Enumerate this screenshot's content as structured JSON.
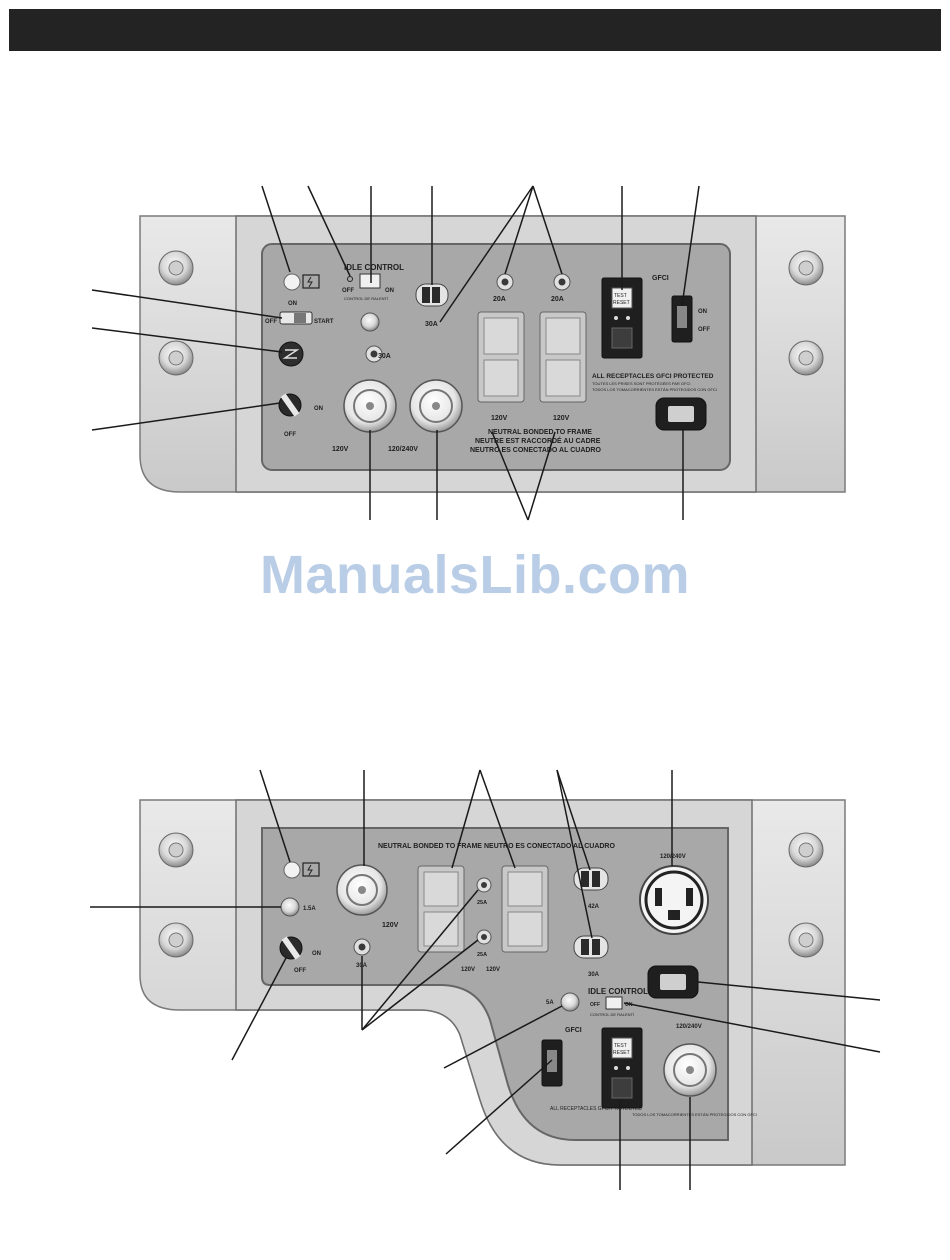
{
  "watermark": "ManualsLib.com",
  "panel_a": {
    "idle_control": "IDLE CONTROL",
    "idle_off": "OFF",
    "idle_on": "ON",
    "idle_sub": "CONTROL DE RALENTÍ",
    "switch_on": "ON",
    "switch_off": "OFF",
    "switch_start": "START",
    "fuel_on": "ON",
    "fuel_off": "OFF",
    "breaker_30a_left": "30A",
    "breaker_30a_right": "30A",
    "rec_20a_1": "20A",
    "rec_20a_2": "20A",
    "gfci": "GFCI",
    "gfci_on": "ON",
    "gfci_off": "OFF",
    "test": "TEST",
    "reset": "RESET",
    "twist_120v": "120V",
    "twist_120_240v": "120/240V",
    "duplex_120v_1": "120V",
    "duplex_120v_2": "120V",
    "neutral_en": "NEUTRAL BONDED TO FRAME",
    "neutral_fr": "NEUTRE EST RACCORDÉ AU CADRE",
    "neutral_es": "NEUTRO ES CONECTADO AL CUADRO",
    "gfci_protected_en": "ALL RECEPTACLES GFCI PROTECTED",
    "gfci_protected_fr": "TOUTES LES PRISES SONT PROTÉGÉES PAR GFCI",
    "gfci_protected_es": "TODOS LOS TOMACORRIENTES ESTÁN PROTEGIDOS CON GFCI"
  },
  "panel_b": {
    "neutral_en": "NEUTRAL BONDED TO FRAME",
    "neutral_es": "NEUTRO ES CONECTADO AL CUADRO",
    "fuse_1_5a": "1.5A",
    "fuel_on": "ON",
    "fuel_off": "OFF",
    "twist_120v": "120V",
    "breaker_30a": "30A",
    "rec_25a_1": "25A",
    "rec_25a_2": "25A",
    "duplex_120v_1": "120V",
    "duplex_120v_2": "120V",
    "breaker_42a": "42A",
    "breaker_30a_b": "30A",
    "outlet_120_240v": "120/240V",
    "idle_control": "IDLE CONTROL",
    "idle_off": "OFF",
    "idle_on": "ON",
    "idle_sub": "CONTROL DE RALENTÍ",
    "fuse_5a": "5A",
    "gfci": "GFCI",
    "test": "TEST",
    "reset": "RESET",
    "twist_120_240v": "120/240V",
    "gfci_protected_en": "ALL RECEPTACLES GFCI PROTECTED",
    "gfci_protected_es": "TODOS LOS TOMACORRIENTES ESTÁN PROTEGIDOS CON GFCI"
  }
}
